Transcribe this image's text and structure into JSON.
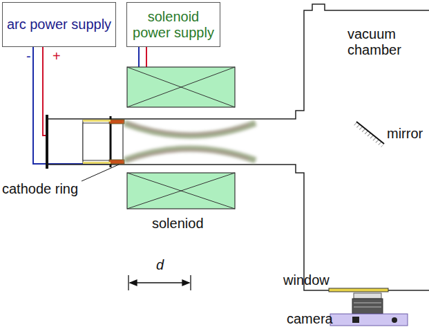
{
  "diagram": {
    "nodes": [
      {
        "text": [
          "arc power supply"
        ]
      },
      {
        "text": [
          "solenoid power supply"
        ]
      }
    ],
    "labels": [
      "-",
      "+",
      "vacuum chamber",
      "mirror",
      "cathode ring",
      "soleniod",
      "d",
      "window",
      "camera"
    ]
  }
}
